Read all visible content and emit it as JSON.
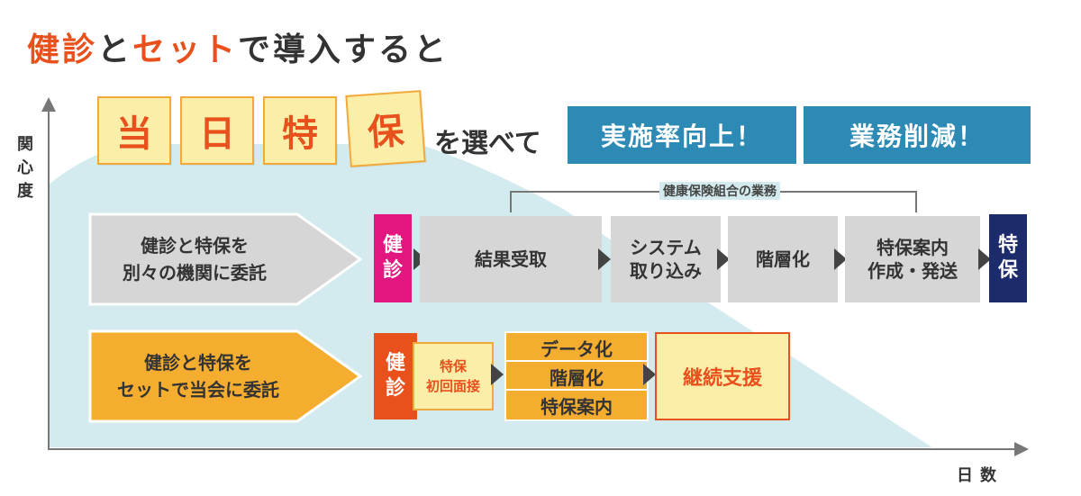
{
  "title": {
    "part1": "健診",
    "part2": "と",
    "part3": "セット",
    "part4": "で導入すると"
  },
  "tags": [
    "当",
    "日",
    "特",
    "保"
  ],
  "tag_suffix": "を選べて",
  "benefits": [
    "実施率向上！",
    "業務削減！"
  ],
  "axes": {
    "y_label": [
      "関",
      "心",
      "度"
    ],
    "x_label": "日数"
  },
  "bracket_label": "健康保険組合の業務",
  "row1": {
    "lead": [
      "健診と特保を",
      "別々の機関に委託"
    ],
    "kenshin": [
      "健",
      "診"
    ],
    "steps": [
      {
        "lines": [
          "結果受取"
        ]
      },
      {
        "lines": [
          "システム",
          "取り込み"
        ]
      },
      {
        "lines": [
          "階層化"
        ]
      },
      {
        "lines": [
          "特保案内",
          "作成・発送"
        ]
      }
    ],
    "tokuho": [
      "特",
      "保"
    ]
  },
  "row2": {
    "lead": [
      "健診と特保を",
      "セットで当会に委託"
    ],
    "kenshin": [
      "健",
      "診"
    ],
    "interview": [
      "特保",
      "初回面接"
    ],
    "stack": [
      "データ化",
      "階層化",
      "特保案内"
    ],
    "support": "継続支援"
  },
  "colors": {
    "accent_orange": "#e8501c",
    "benefit_blue": "#2c8ab4",
    "area_teal": "#d3ebee",
    "kenshin_magenta": "#e3157f",
    "tokuho_navy": "#1b2b6b",
    "pale_yellow": "#fbeea9",
    "orange_fill": "#f5ad30",
    "gray_fill": "#d6d6d6"
  }
}
